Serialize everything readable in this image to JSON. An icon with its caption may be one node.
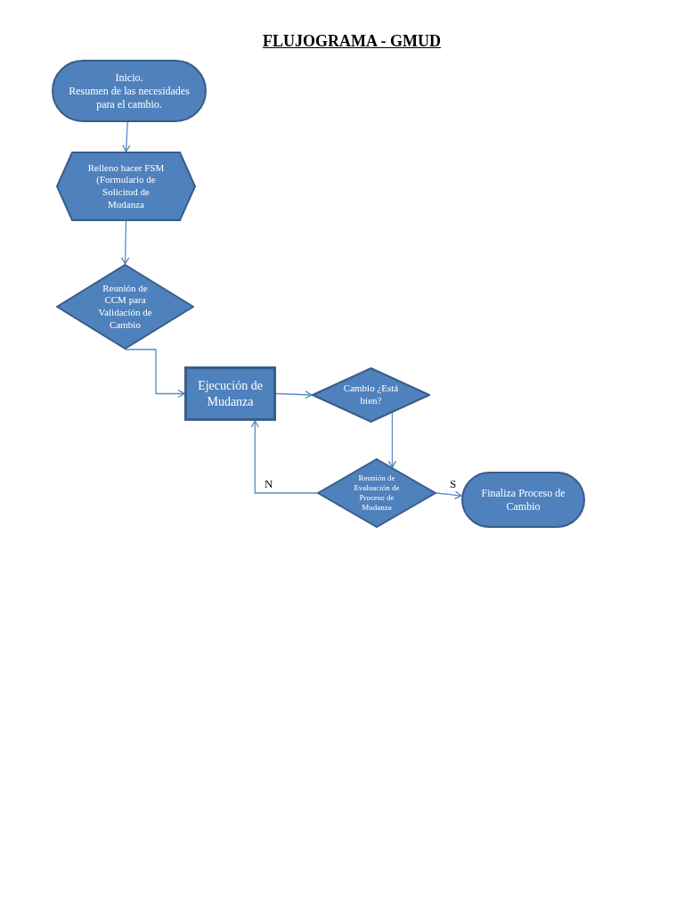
{
  "diagram": {
    "title": "FLUJOGRAMA - GMUD",
    "nodes": [
      {
        "text": [
          "Inicio.",
          "Resumen de las necesidades para el cambio."
        ]
      },
      {
        "text": [
          "Relleno hacer FSM (Formulario de Solicitud de Mudanza"
        ]
      },
      {
        "text": [
          "Reunión de CCM para Validación de Cambio"
        ]
      },
      {
        "text": [
          "Ejecución de Mudanza"
        ]
      },
      {
        "text": [
          "Cambio ¿Está bien?"
        ]
      },
      {
        "text": [
          "Reunión de Evaluación de Proceso de Mudanza"
        ]
      },
      {
        "text": [
          "Finaliza Proceso de Cambio"
        ]
      }
    ],
    "edges": [
      {
        "from": 0,
        "to": 1,
        "arrow": "to"
      },
      {
        "from": 1,
        "to": 2,
        "arrow": "to"
      },
      {
        "from": 2,
        "to": 3,
        "arrow": "to"
      },
      {
        "from": 3,
        "to": 4,
        "arrow": "to"
      },
      {
        "from": 4,
        "to": 5,
        "arrow": "to"
      },
      {
        "from": 5,
        "to": 3,
        "arrow": "to",
        "label": "N"
      },
      {
        "from": 5,
        "to": 6,
        "arrow": "to",
        "label": "S"
      }
    ]
  }
}
